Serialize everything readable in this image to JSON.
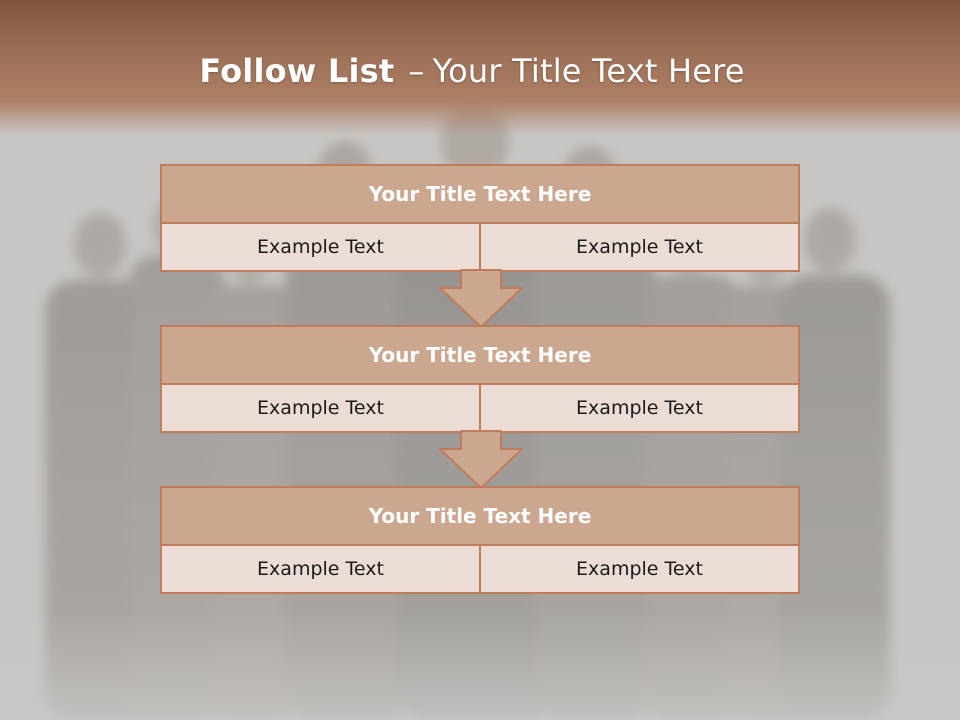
{
  "slide": {
    "title_bold": "Follow List",
    "title_dash": "–",
    "title_rest": "Your Title Text Here"
  },
  "blocks": [
    {
      "heading": "Your Title Text Here",
      "left": "Example Text",
      "right": "Example Text"
    },
    {
      "heading": "Your Title Text Here",
      "left": "Example Text",
      "right": "Example Text"
    },
    {
      "heading": "Your Title Text Here",
      "left": "Example Text",
      "right": "Example Text"
    }
  ],
  "colors": {
    "accent": "#c07c5a",
    "header_fill": "#cba78f",
    "cell_fill": "#ecdcd6",
    "title_band": "#9a6e55"
  }
}
